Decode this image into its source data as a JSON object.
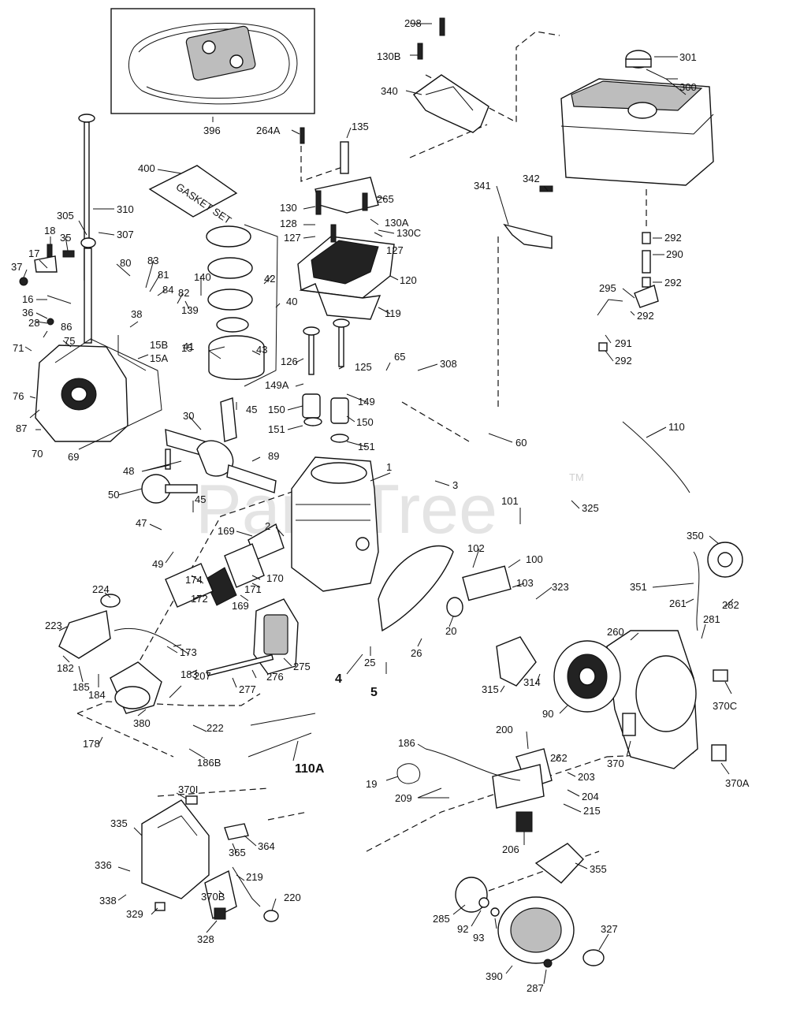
{
  "watermark": "PartsTree",
  "trademark": "TM",
  "gasket_set_text": "GASKET SET",
  "labels": {
    "l396": "396",
    "l298": "298",
    "l130B": "130B",
    "l340": "340",
    "l301": "301",
    "l300": "300",
    "l135": "135",
    "l264A": "264A",
    "l265": "265",
    "l400": "400",
    "l310": "310",
    "l305": "305",
    "l307": "307",
    "l130": "130",
    "l128": "128",
    "l127a": "127",
    "l127b": "127",
    "l130A": "130A",
    "l130C": "130C",
    "l120": "120",
    "l119": "119",
    "l341": "341",
    "l342": "342",
    "l292a": "292",
    "l290": "290",
    "l292b": "292",
    "l295": "295",
    "l292c": "292",
    "l291": "291",
    "l292d": "292",
    "l18": "18",
    "l35": "35",
    "l17": "17",
    "l37": "37",
    "l16": "16",
    "l36": "36",
    "l28": "28",
    "l86": "86",
    "l75": "75",
    "l71": "71",
    "l76": "76",
    "l87": "87",
    "l70": "70",
    "l69": "69",
    "l80": "80",
    "l83": "83",
    "l81": "81",
    "l84": "84",
    "l82": "82",
    "l140": "140",
    "l139": "139",
    "l38": "38",
    "l15B": "15B",
    "l15": "15",
    "l15A": "15A",
    "l42": "42",
    "l40": "40",
    "l41": "41",
    "l43": "43",
    "l126": "126",
    "l125": "125",
    "l149A": "149A",
    "l149": "149",
    "l150a": "150",
    "l150b": "150",
    "l151a": "151",
    "l151b": "151",
    "l65": "65",
    "l308": "308",
    "l60": "60",
    "l110": "110",
    "l30": "30",
    "l45a": "45",
    "l45b": "45",
    "l48": "48",
    "l89": "89",
    "l50": "50",
    "l47": "47",
    "l49": "49",
    "l1": "1",
    "l3": "3",
    "l169a": "169",
    "l2": "2",
    "l169b": "169",
    "l170": "170",
    "l171": "171",
    "l172": "172",
    "l174": "174",
    "l325": "325",
    "l101": "101",
    "l100": "100",
    "l102": "102",
    "l103": "103",
    "l323": "323",
    "l350": "350",
    "l351": "351",
    "l282": "282",
    "l261": "261",
    "l281": "281",
    "l260": "260",
    "l224": "224",
    "l223": "223",
    "l182": "182",
    "l185": "185",
    "l184": "184",
    "l173": "173",
    "l207": "207",
    "l275": "275",
    "l276": "276",
    "l277": "277",
    "l25": "25",
    "l26": "26",
    "l20": "20",
    "l4": "4",
    "l5": "5",
    "l315": "315",
    "l314": "314",
    "l90": "90",
    "l370C": "370C",
    "l370": "370",
    "l370A": "370A",
    "l183": "183",
    "l380": "380",
    "l222": "222",
    "l178": "178",
    "l186B": "186B",
    "l110A": "110A",
    "l186": "186",
    "l200": "200",
    "l262": "262",
    "l203": "203",
    "l204": "204",
    "l215": "215",
    "l19": "19",
    "l209": "209",
    "l206": "206",
    "l370I": "370I",
    "l335": "335",
    "l364": "364",
    "l365": "365",
    "l336": "336",
    "l338": "338",
    "l219": "219",
    "l220": "220",
    "l370B": "370B",
    "l329": "329",
    "l328": "328",
    "l355": "355",
    "l285": "285",
    "l92": "92",
    "l93": "93",
    "l327": "327",
    "l390": "390",
    "l287": "287"
  }
}
